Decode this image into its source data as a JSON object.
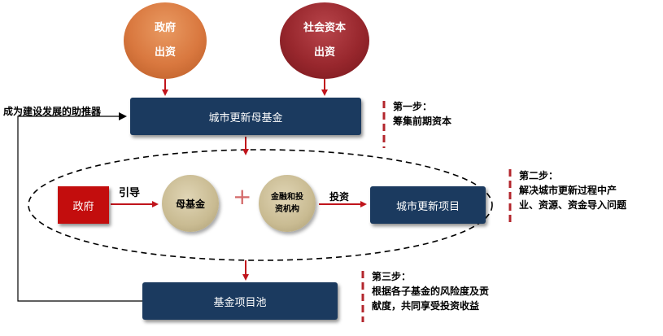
{
  "sources": {
    "government": {
      "line1": "政府",
      "line2": "出资"
    },
    "social_capital": {
      "line1": "社会资本",
      "line2": "出资"
    }
  },
  "mother_fund_box": "城市更新母基金",
  "feedback_label": "成为建设发展的助推器",
  "ellipse": {
    "government_box": "政府",
    "guide_label": "引导",
    "mother_fund_circle": "母基金",
    "plus_sign": "+",
    "financial_circle": {
      "line1": "金融和投",
      "line2": "资机构"
    },
    "invest_label": "投资",
    "project_box": "城市更新项目"
  },
  "fund_pool_box": "基金项目池",
  "steps": [
    {
      "title": "第一步：",
      "lines": [
        "筹集前期资本"
      ]
    },
    {
      "title": "第二步：",
      "lines": [
        "解决城市更新过程中产",
        "业、资源、资金导入问题"
      ]
    },
    {
      "title": "第三步：",
      "lines": [
        "根据各子基金的风险度及贡",
        "献度，共同享受投资收益"
      ]
    }
  ],
  "colors": {
    "navy": "#1b3a5f",
    "red": "#c30d0d",
    "arrow_red": "#c0141b",
    "orange": "#d9783f",
    "maroon": "#98272d",
    "tan": "#c9bb92"
  }
}
